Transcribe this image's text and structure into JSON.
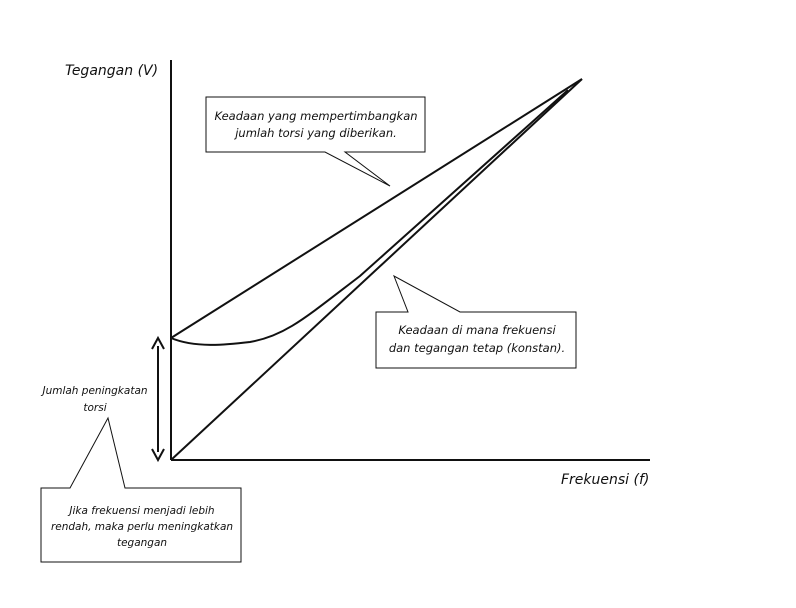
{
  "axes": {
    "y_label": "Tegangan (V)",
    "x_label": "Frekuensi (f)"
  },
  "callouts": {
    "torque_state": {
      "line1": "Keadaan yang mempertimbangkan",
      "line2": "jumlah torsi yang diberikan."
    },
    "constant_state": {
      "line1": "Keadaan di mana frekuensi",
      "line2": "dan tegangan tetap (konstan)."
    },
    "torque_boost": {
      "line1": "Jumlah peningkatan",
      "line2": "torsi"
    },
    "low_frequency": {
      "line1": "Jika frekuensi menjadi lebih",
      "line2": "rendah, maka perlu meningkatkan",
      "line3": "tegangan"
    }
  },
  "colors": {
    "ink": "#111111",
    "background": "#ffffff"
  }
}
